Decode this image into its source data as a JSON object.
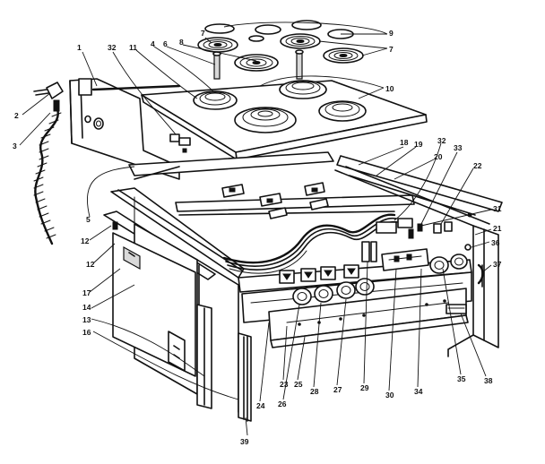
{
  "callouts": [
    {
      "id": "c1",
      "label": "1"
    },
    {
      "id": "c2",
      "label": "2"
    },
    {
      "id": "c3",
      "label": "3"
    },
    {
      "id": "c4",
      "label": "4"
    },
    {
      "id": "c5",
      "label": "5"
    },
    {
      "id": "c6",
      "label": "6"
    },
    {
      "id": "c7a",
      "label": "7"
    },
    {
      "id": "c7b",
      "label": "7"
    },
    {
      "id": "c8",
      "label": "8"
    },
    {
      "id": "c9",
      "label": "9"
    },
    {
      "id": "c10",
      "label": "10"
    },
    {
      "id": "c11",
      "label": "11"
    },
    {
      "id": "c12a",
      "label": "12"
    },
    {
      "id": "c12b",
      "label": "12"
    },
    {
      "id": "c13",
      "label": "13"
    },
    {
      "id": "c14",
      "label": "14"
    },
    {
      "id": "c16",
      "label": "16"
    },
    {
      "id": "c17",
      "label": "17"
    },
    {
      "id": "c18",
      "label": "18"
    },
    {
      "id": "c19",
      "label": "19"
    },
    {
      "id": "c20",
      "label": "20"
    },
    {
      "id": "c21",
      "label": "21"
    },
    {
      "id": "c22",
      "label": "22"
    },
    {
      "id": "c23",
      "label": "23"
    },
    {
      "id": "c24",
      "label": "24"
    },
    {
      "id": "c25",
      "label": "25"
    },
    {
      "id": "c26",
      "label": "26"
    },
    {
      "id": "c27",
      "label": "27"
    },
    {
      "id": "c28",
      "label": "28"
    },
    {
      "id": "c29",
      "label": "29"
    },
    {
      "id": "c30",
      "label": "30"
    },
    {
      "id": "c31",
      "label": "31"
    },
    {
      "id": "c32a",
      "label": "32"
    },
    {
      "id": "c32b",
      "label": "32"
    },
    {
      "id": "c33",
      "label": "33"
    },
    {
      "id": "c34",
      "label": "34"
    },
    {
      "id": "c35",
      "label": "35"
    },
    {
      "id": "c36",
      "label": "36"
    },
    {
      "id": "c37",
      "label": "37"
    },
    {
      "id": "c38",
      "label": "38"
    },
    {
      "id": "c39",
      "label": "39"
    }
  ]
}
